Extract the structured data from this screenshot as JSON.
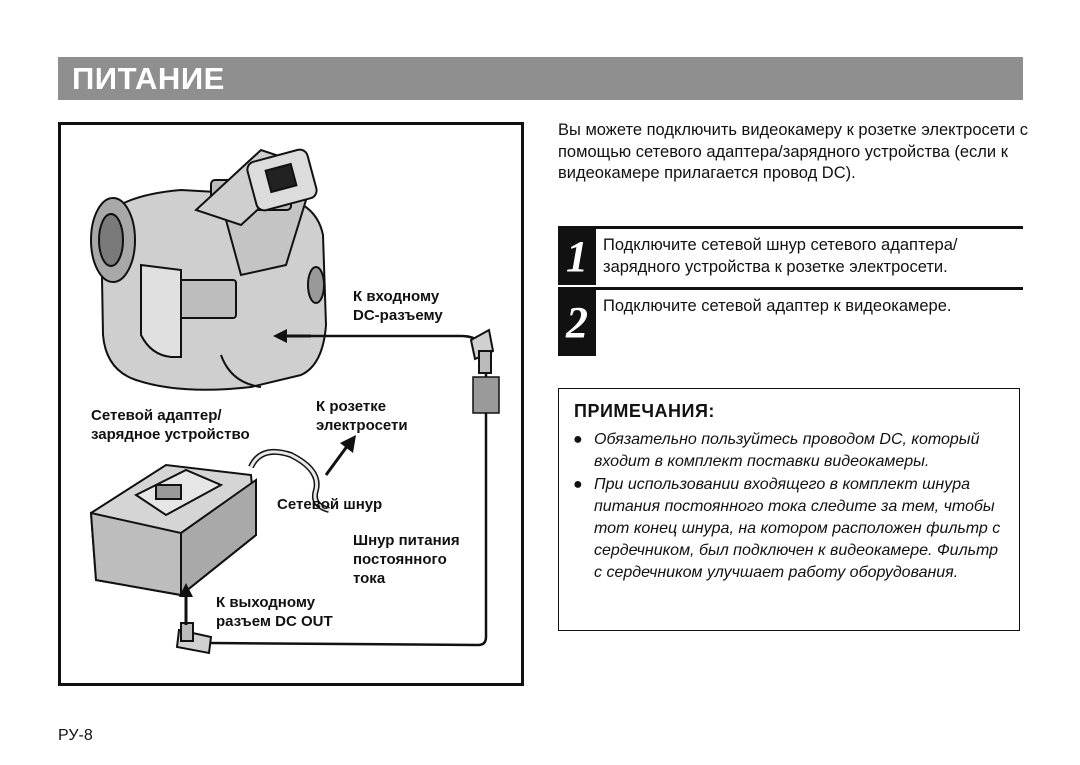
{
  "header": {
    "title": "ПИТАНИЕ"
  },
  "figure": {
    "labels": {
      "dc_in": "К входному\nDC-разъему",
      "adapter": "Сетевой адаптер/\nзарядное устройство",
      "outlet": "К розетке\nэлектросети",
      "ac_cord": "Сетевой шнур",
      "dc_cord": "Шнур питания\nпостоянного\nтока",
      "dc_out": "К выходному\nразъем DC OUT"
    }
  },
  "intro": "Вы можете подключить видеокамеру к розетке электросети с помощью сетевого адаптера/зарядного устройства (если к видеокамере прилагается провод DC).",
  "steps": [
    {
      "number": "1",
      "text": "Подключите сетевой шнур сетевого адаптера/ зарядного устройства к розетке электросети."
    },
    {
      "number": "2",
      "text": "Подключите сетевой адаптер к видеокамере."
    }
  ],
  "notes": {
    "title": "ПРИМЕЧАНИЯ:",
    "bullet": "●",
    "items": [
      "Обязательно пользуйтесь проводом DC, который входит в комплект поставки видеокамеры.",
      "При использовании входящего в комплект шнура питания постоянного тока следите за тем, чтобы тот конец шнура, на котором расположен фильтр с сердечником, был подключен к видеокамере. Фильтр с сердечником улучшает работу оборудования."
    ]
  },
  "footer": {
    "page": "РУ-8"
  }
}
